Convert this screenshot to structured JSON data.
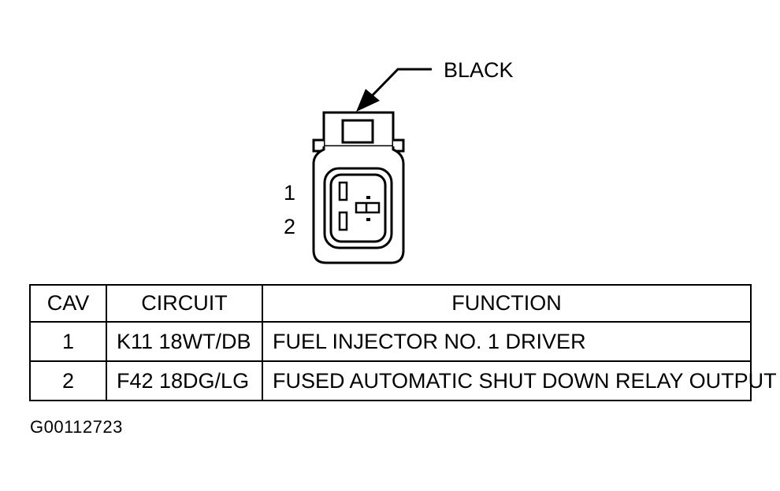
{
  "connector": {
    "color_label": "BLACK",
    "pin_labels": [
      "1",
      "2"
    ]
  },
  "table": {
    "headers": {
      "cav": "CAV",
      "circuit": "CIRCUIT",
      "function": "FUNCTION"
    },
    "rows": [
      {
        "cav": "1",
        "circuit": "K11 18WT/DB",
        "function": "FUEL INJECTOR NO. 1 DRIVER"
      },
      {
        "cav": "2",
        "circuit": "F42 18DG/LG",
        "function": "FUSED AUTOMATIC SHUT DOWN RELAY OUTPUT"
      }
    ]
  },
  "figure_id": "G00112723",
  "colors": {
    "ink": "#000000",
    "background": "#ffffff"
  }
}
